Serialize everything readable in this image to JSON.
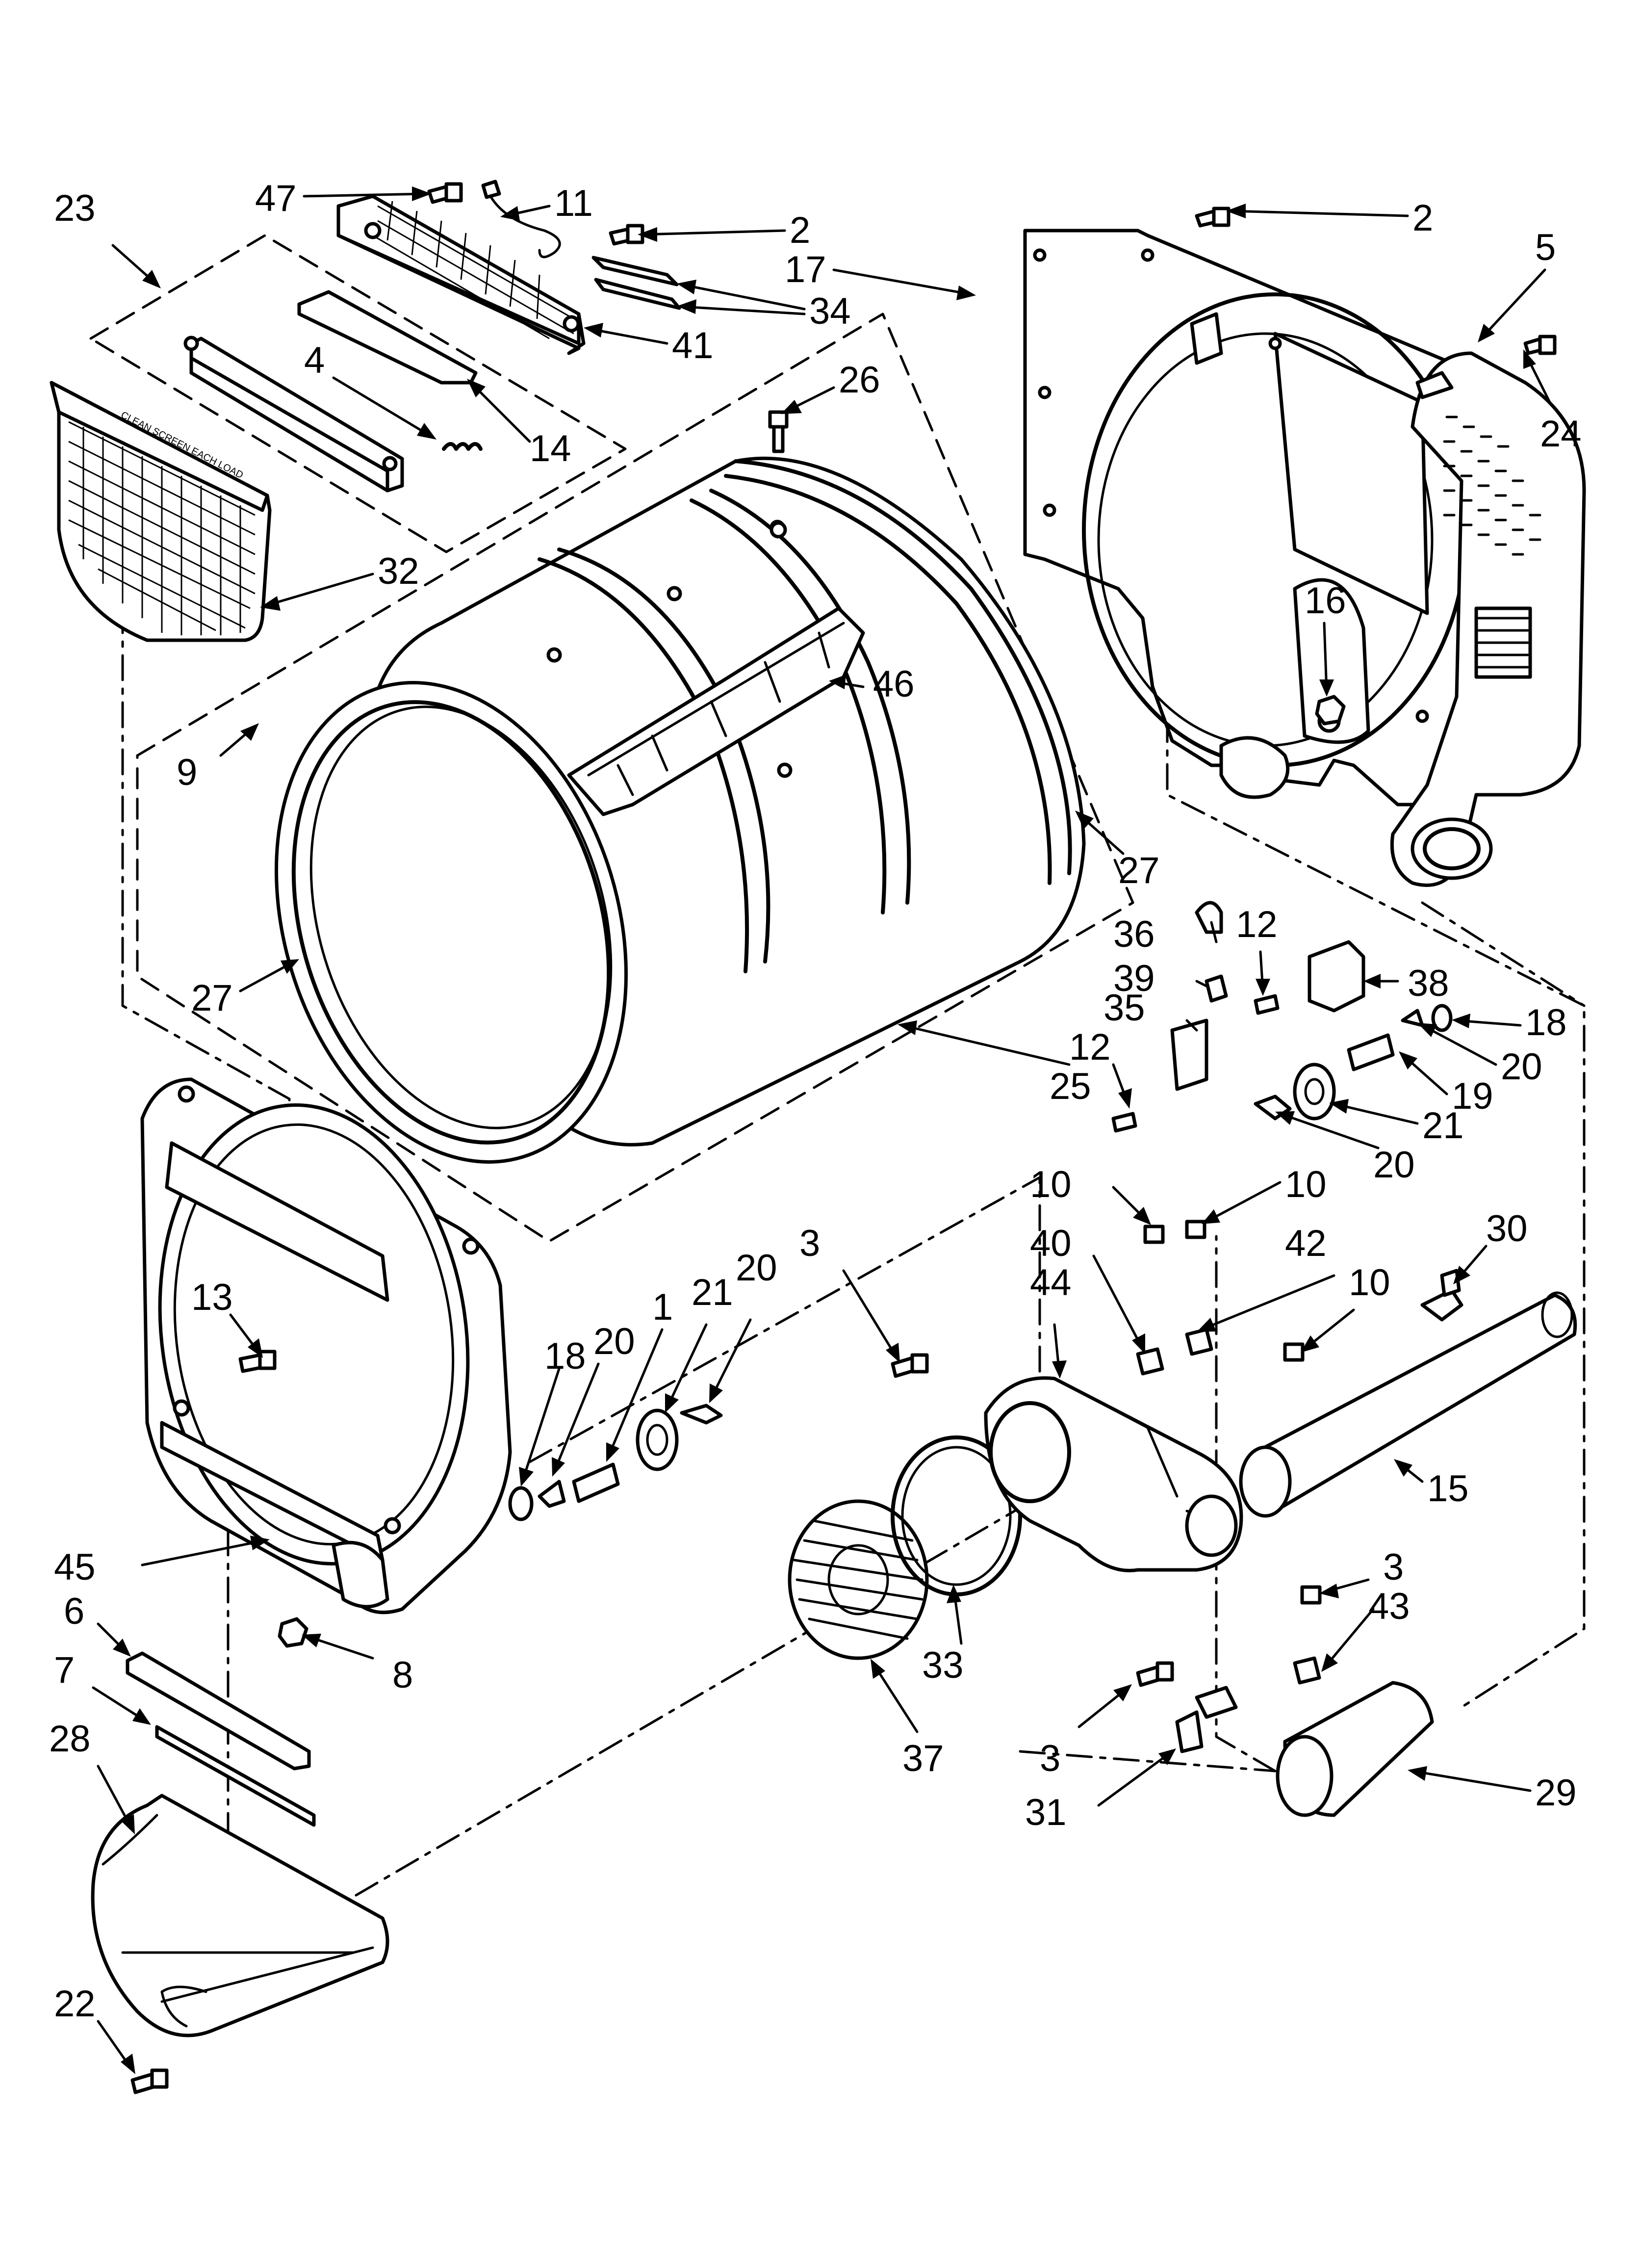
{
  "callouts": [
    {
      "id": "c47",
      "text": "47"
    },
    {
      "id": "c11",
      "text": "11"
    },
    {
      "id": "c2a",
      "text": "2"
    },
    {
      "id": "c34",
      "text": "34"
    },
    {
      "id": "c41",
      "text": "41"
    },
    {
      "id": "c23",
      "text": "23"
    },
    {
      "id": "c4",
      "text": "4"
    },
    {
      "id": "c14",
      "text": "14"
    },
    {
      "id": "c32",
      "text": "32"
    },
    {
      "id": "c26",
      "text": "26"
    },
    {
      "id": "c17",
      "text": "17"
    },
    {
      "id": "c2b",
      "text": "2"
    },
    {
      "id": "c5",
      "text": "5"
    },
    {
      "id": "c24",
      "text": "24"
    },
    {
      "id": "c16",
      "text": "16"
    },
    {
      "id": "c46",
      "text": "46"
    },
    {
      "id": "c9",
      "text": "9"
    },
    {
      "id": "c27a",
      "text": "27"
    },
    {
      "id": "c27b",
      "text": "27"
    },
    {
      "id": "c36",
      "text": "36"
    },
    {
      "id": "c12a",
      "text": "12"
    },
    {
      "id": "c39",
      "text": "39"
    },
    {
      "id": "c38",
      "text": "38"
    },
    {
      "id": "c35",
      "text": "35"
    },
    {
      "id": "c18a",
      "text": "18"
    },
    {
      "id": "c12b",
      "text": "12"
    },
    {
      "id": "c25",
      "text": "25"
    },
    {
      "id": "c20a",
      "text": "20"
    },
    {
      "id": "c19",
      "text": "19"
    },
    {
      "id": "c21a",
      "text": "21"
    },
    {
      "id": "c20b",
      "text": "20"
    },
    {
      "id": "c10a",
      "text": "10"
    },
    {
      "id": "c10b",
      "text": "10"
    },
    {
      "id": "c40",
      "text": "40"
    },
    {
      "id": "c42",
      "text": "42"
    },
    {
      "id": "c30",
      "text": "30"
    },
    {
      "id": "c44",
      "text": "44"
    },
    {
      "id": "c10c",
      "text": "10"
    },
    {
      "id": "c13",
      "text": "13"
    },
    {
      "id": "c3a",
      "text": "3"
    },
    {
      "id": "c18b",
      "text": "18"
    },
    {
      "id": "c20c",
      "text": "20"
    },
    {
      "id": "c1",
      "text": "1"
    },
    {
      "id": "c21b",
      "text": "21"
    },
    {
      "id": "c20d",
      "text": "20"
    },
    {
      "id": "c15",
      "text": "15"
    },
    {
      "id": "c45",
      "text": "45"
    },
    {
      "id": "c3b",
      "text": "3"
    },
    {
      "id": "c43",
      "text": "43"
    },
    {
      "id": "c6",
      "text": "6"
    },
    {
      "id": "c8",
      "text": "8"
    },
    {
      "id": "c33",
      "text": "33"
    },
    {
      "id": "c7",
      "text": "7"
    },
    {
      "id": "c28",
      "text": "28"
    },
    {
      "id": "c37",
      "text": "37"
    },
    {
      "id": "c3c",
      "text": "3"
    },
    {
      "id": "c29",
      "text": "29"
    },
    {
      "id": "c31",
      "text": "31"
    },
    {
      "id": "c22",
      "text": "22"
    }
  ],
  "lint_screen_text": "CLEAN SCREEN EACH LOAD"
}
